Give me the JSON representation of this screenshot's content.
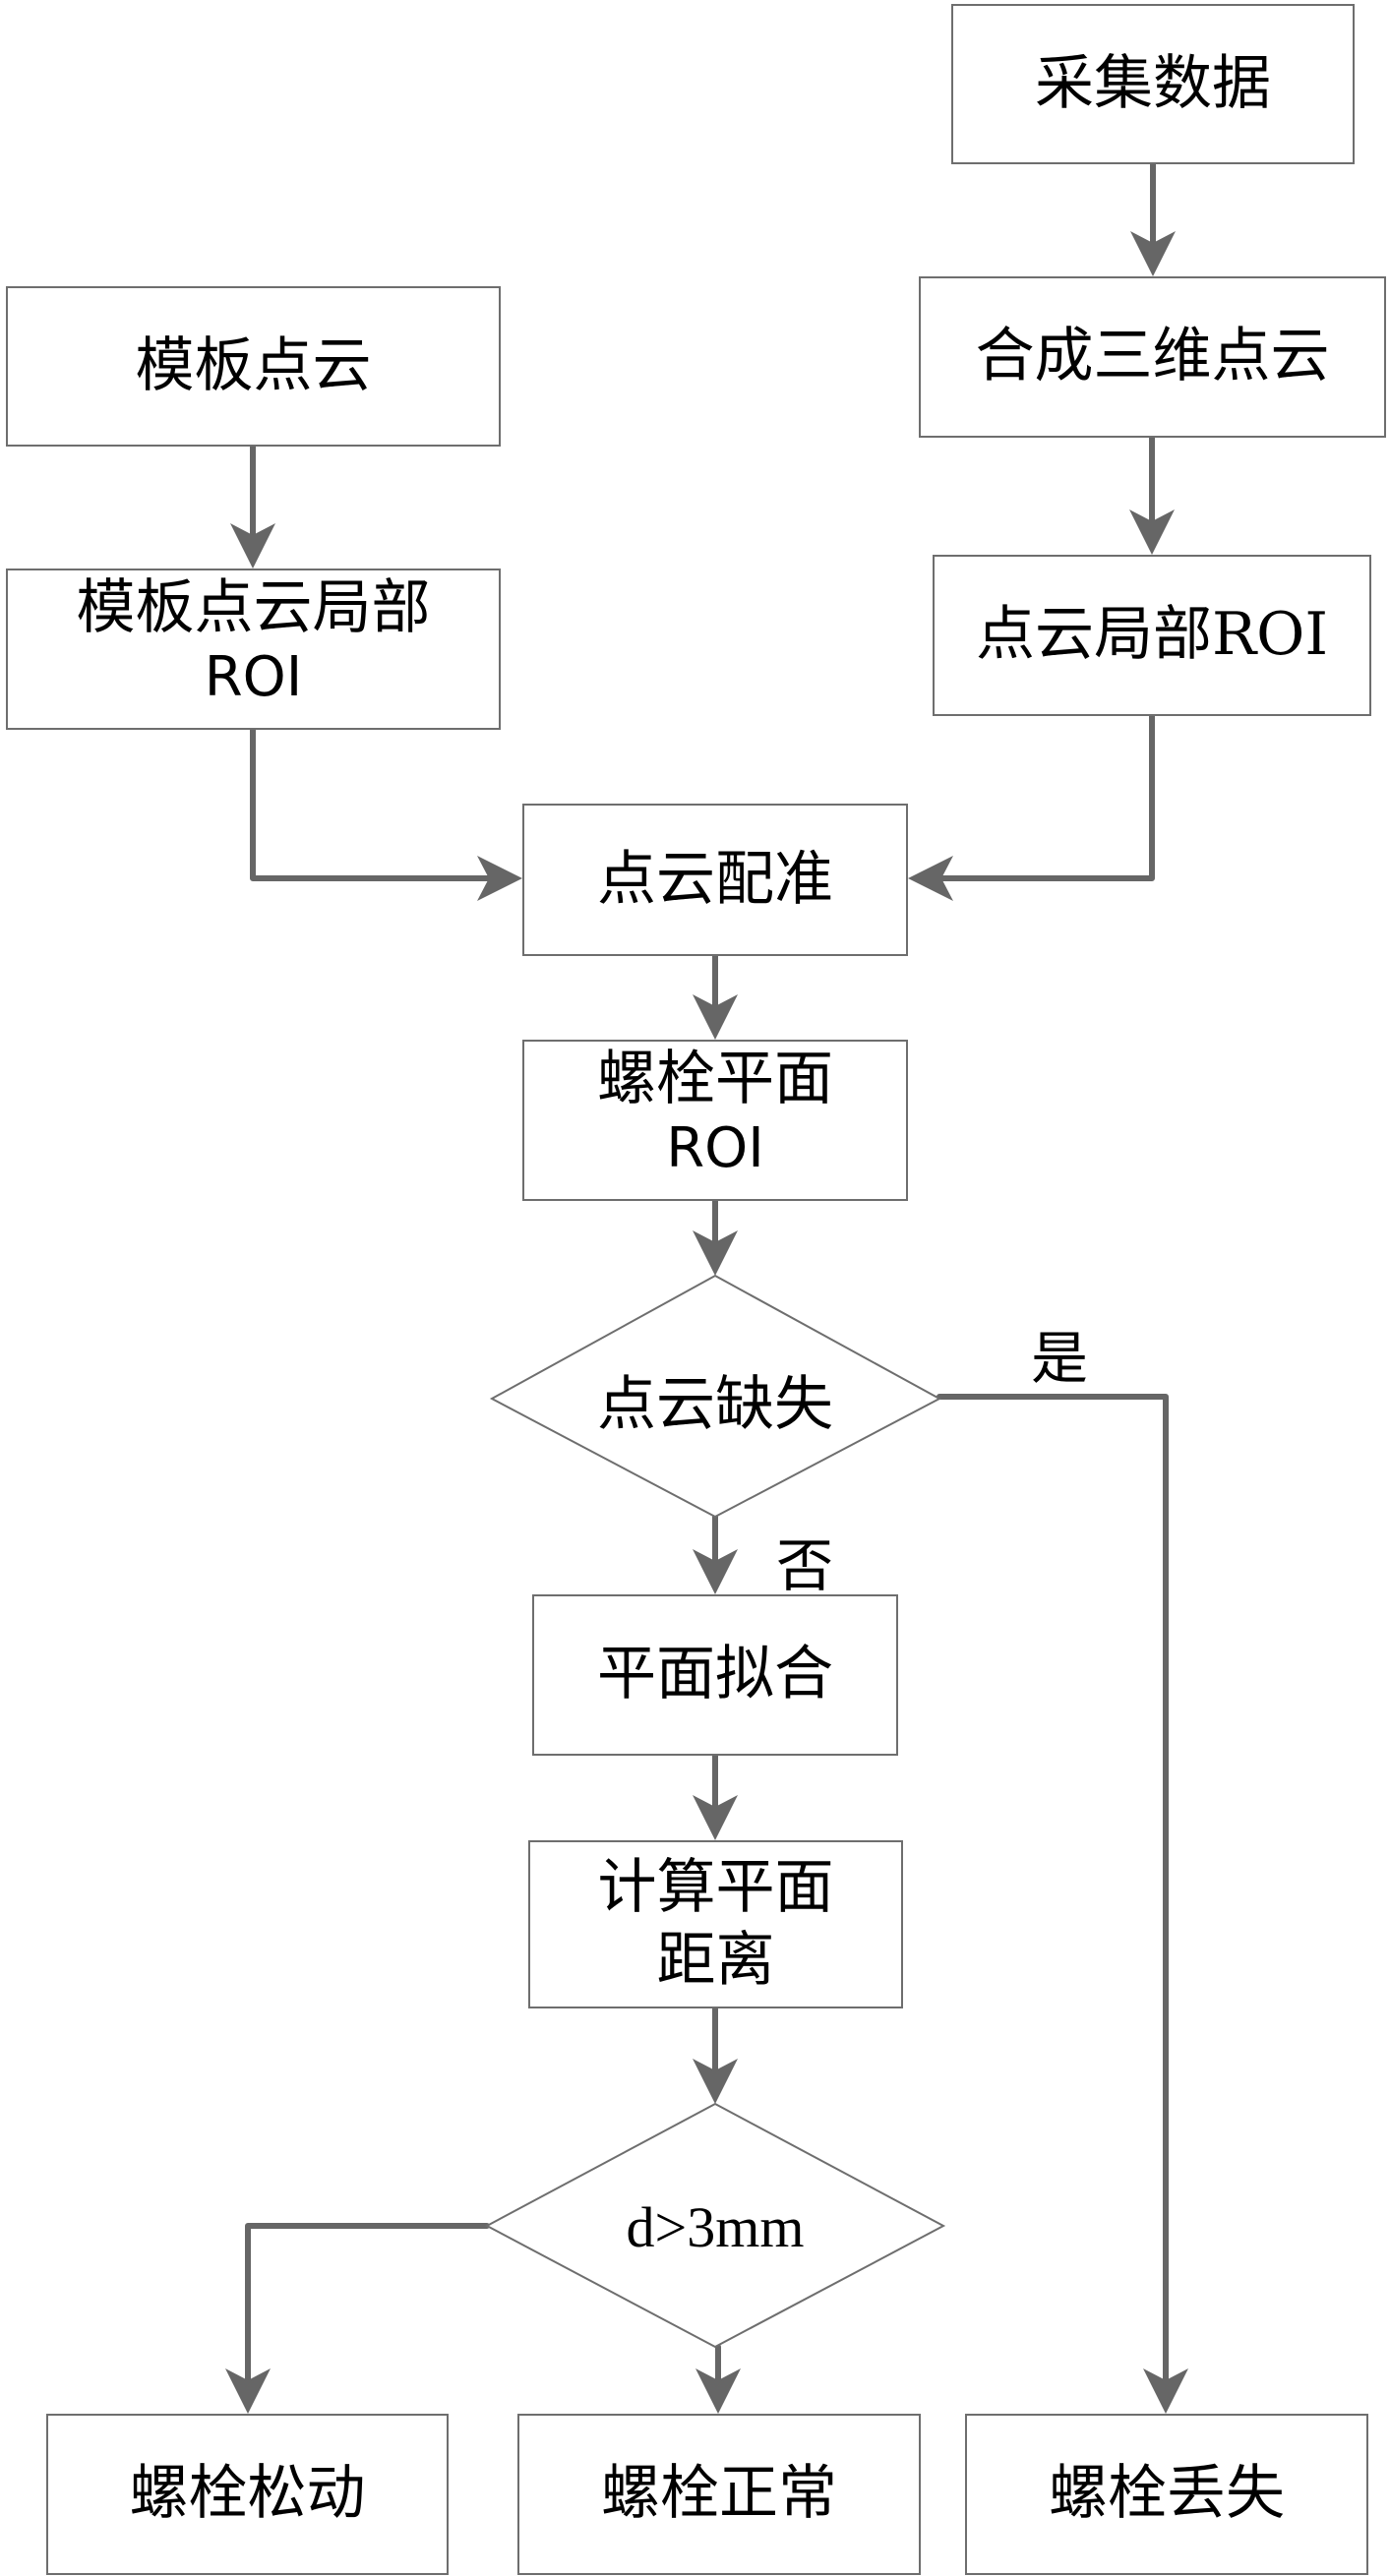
{
  "diagram": {
    "type": "flowchart",
    "nodes": {
      "collect_data": {
        "lines": [
          "采集数据"
        ]
      },
      "synthesize_3d": {
        "lines": [
          "合成三维点云"
        ]
      },
      "local_roi": {
        "lines": [
          "点云局部ROI"
        ]
      },
      "template_cloud": {
        "lines": [
          "模板点云"
        ]
      },
      "template_local_roi": {
        "lines": [
          "模板点云局部",
          "ROI"
        ]
      },
      "registration": {
        "lines": [
          "点云配准"
        ]
      },
      "bolt_plane_roi": {
        "lines": [
          "螺栓平面",
          "ROI"
        ]
      },
      "missing_check": {
        "lines": [
          "点云缺失"
        ]
      },
      "plane_fit": {
        "lines": [
          "平面拟合"
        ]
      },
      "compute_distance": {
        "lines": [
          "计算平面",
          "距离"
        ]
      },
      "distance_check": {
        "lines": [
          "d>3mm"
        ]
      },
      "bolt_loose": {
        "lines": [
          "螺栓松动"
        ]
      },
      "bolt_normal": {
        "lines": [
          "螺栓正常"
        ]
      },
      "bolt_lost": {
        "lines": [
          "螺栓丢失"
        ]
      }
    },
    "edge_labels": {
      "yes": "是",
      "no": "否"
    },
    "edges": [
      {
        "from": "collect_data",
        "to": "synthesize_3d"
      },
      {
        "from": "synthesize_3d",
        "to": "local_roi"
      },
      {
        "from": "template_cloud",
        "to": "template_local_roi"
      },
      {
        "from": "template_local_roi",
        "to": "registration"
      },
      {
        "from": "local_roi",
        "to": "registration"
      },
      {
        "from": "registration",
        "to": "bolt_plane_roi"
      },
      {
        "from": "bolt_plane_roi",
        "to": "missing_check"
      },
      {
        "from": "missing_check",
        "to": "plane_fit",
        "label": "否"
      },
      {
        "from": "missing_check",
        "to": "bolt_lost",
        "label": "是"
      },
      {
        "from": "plane_fit",
        "to": "compute_distance"
      },
      {
        "from": "compute_distance",
        "to": "distance_check"
      },
      {
        "from": "distance_check",
        "to": "bolt_loose"
      },
      {
        "from": "distance_check",
        "to": "bolt_normal"
      }
    ],
    "colors": {
      "connector": "#666666",
      "node_border": "#6e6e6e",
      "text": "#000000",
      "background": "#ffffff"
    }
  }
}
